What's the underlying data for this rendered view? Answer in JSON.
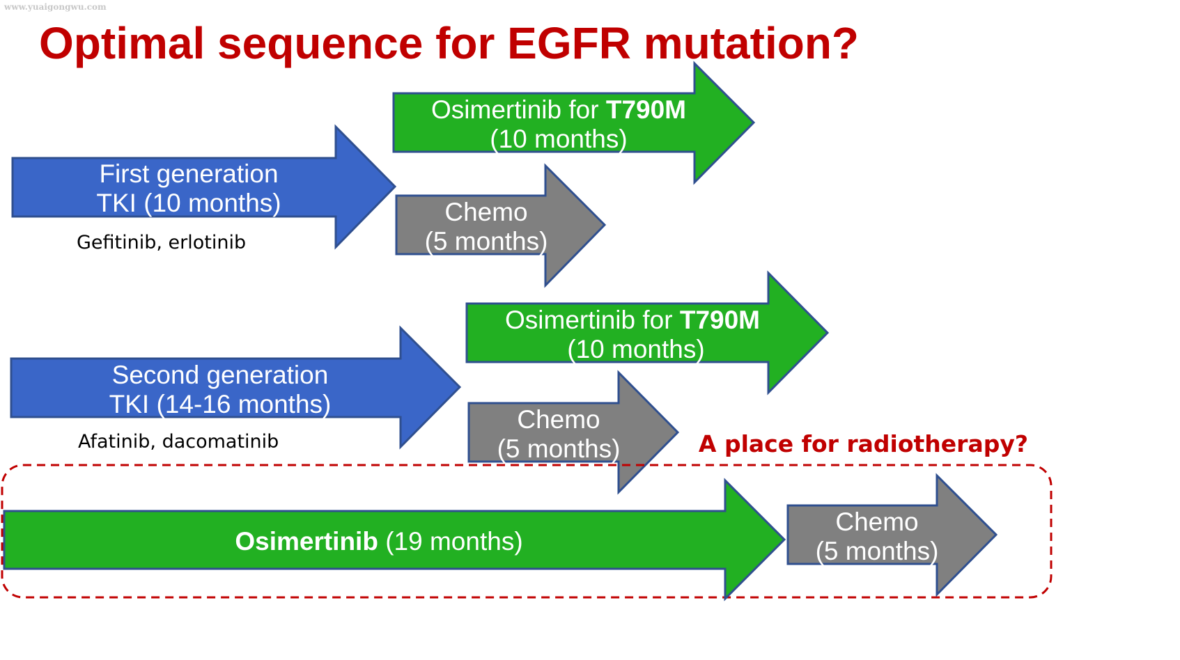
{
  "watermark": "www.yuaigongwu.com",
  "title": "Optimal sequence for EGFR mutation?",
  "colors": {
    "title_red": "#c00000",
    "blue": "#3a66c8",
    "green": "#22b022",
    "gray": "#808080",
    "outline": "#2f4f8f",
    "dashed_box": "#c00000"
  },
  "rows": {
    "first": {
      "tki": {
        "line1": "First generation",
        "line2": "TKI (10 months)"
      },
      "drugs": "Gefitinib, erlotinib",
      "osimertinib": {
        "line1_a": "Osimertinib  for ",
        "line1_b": "T790M",
        "line2": "(10 months)"
      },
      "chemo": {
        "line1": "Chemo",
        "line2": "(5 months)"
      }
    },
    "second": {
      "tki": {
        "line1": "Second generation",
        "line2": "TKI (14-16 months)"
      },
      "drugs": "Afatinib, dacomatinib",
      "osimertinib": {
        "line1_a": "Osimertinib for ",
        "line1_b": "T790M",
        "line2": "(10 months)"
      },
      "chemo": {
        "line1": "Chemo",
        "line2": "(5 months)"
      }
    },
    "third": {
      "osimertinib": {
        "name": "Osimertinib",
        "duration": " (19 months)"
      },
      "chemo": {
        "line1": "Chemo",
        "line2": "(5 months)"
      }
    }
  },
  "callout": "A place for radiotherapy?"
}
